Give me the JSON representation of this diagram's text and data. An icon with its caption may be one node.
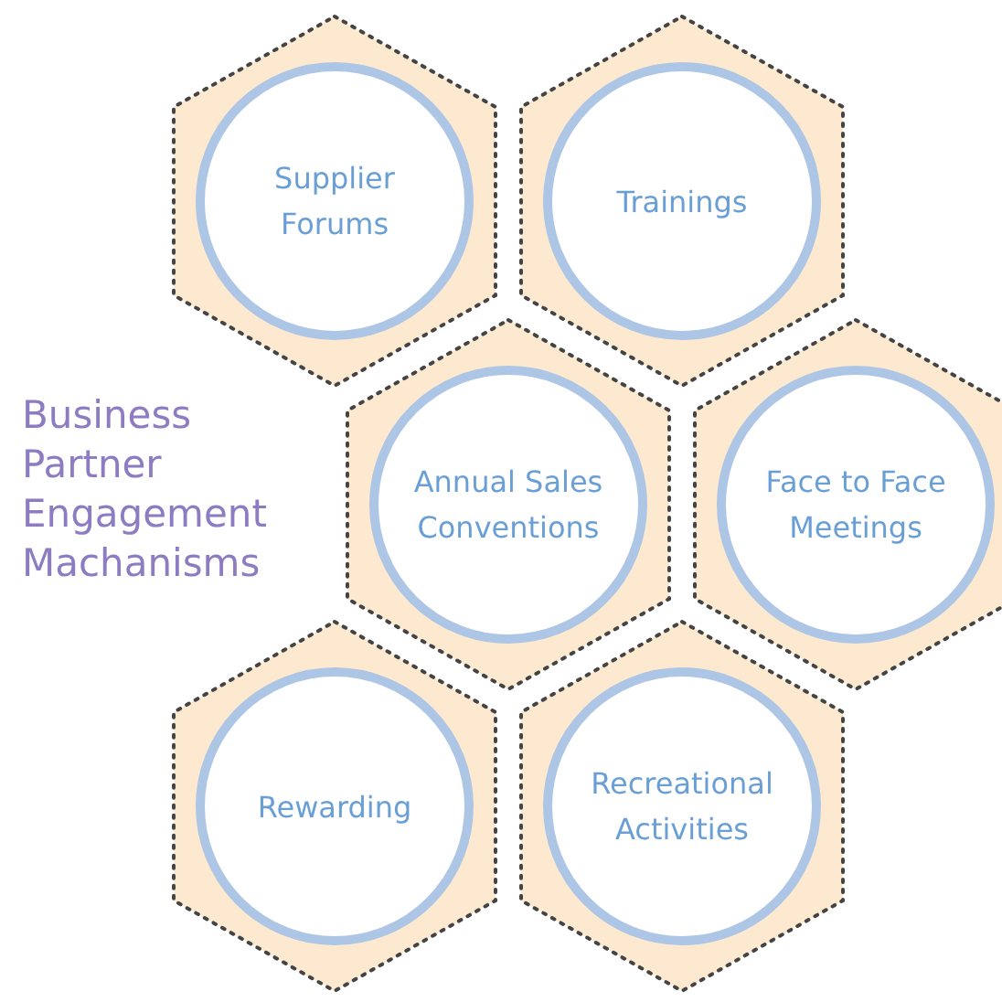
{
  "diagram": {
    "title": "Business Partner Engagement Machanisms",
    "nodes": [
      {
        "text": [],
        "shape": "hexagon"
      },
      {
        "text": [
          "Supplier Forums"
        ],
        "in": 0
      },
      {
        "text": [],
        "shape": "hexagon"
      },
      {
        "text": [
          "Trainings"
        ],
        "in": 2
      },
      {
        "text": [],
        "shape": "hexagon"
      },
      {
        "text": [
          "Annual Sales Conventions"
        ],
        "in": 4
      },
      {
        "text": [],
        "shape": "hexagon"
      },
      {
        "text": [
          "Face to Face Meetings"
        ],
        "in": 6
      },
      {
        "text": [],
        "shape": "hexagon"
      },
      {
        "text": [
          "Rewarding"
        ],
        "in": 8
      },
      {
        "text": [],
        "shape": "hexagon"
      },
      {
        "text": [
          "Recreational Activities"
        ],
        "in": 10
      }
    ],
    "edges": []
  }
}
